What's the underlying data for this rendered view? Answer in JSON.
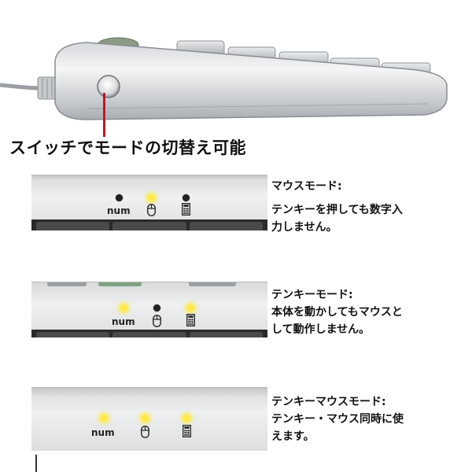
{
  "switch_caption": "スイッチでモードの切替え可能",
  "indicator_label": "num",
  "colors": {
    "led_on": "#ffe84a",
    "led_off": "#222222",
    "pointer": "#c8141e"
  },
  "modes": [
    {
      "title": "マウスモード:",
      "description_lines": [
        "テンキーを押しても数字入",
        "力しません。"
      ],
      "leds": {
        "num": "off",
        "mouse": "on",
        "keypad": "off"
      }
    },
    {
      "title": "テンキーモード:",
      "description_lines": [
        "本体を動かしてもマウスと",
        "して動作しません。"
      ],
      "leds": {
        "num": "on",
        "mouse": "off",
        "keypad": "on"
      }
    },
    {
      "title": "テンキーマウスモード:",
      "description_lines": [
        "テンキー・マウス同時に使",
        "えます。"
      ],
      "leds": {
        "num": "on",
        "mouse": "on",
        "keypad": "on"
      }
    }
  ]
}
